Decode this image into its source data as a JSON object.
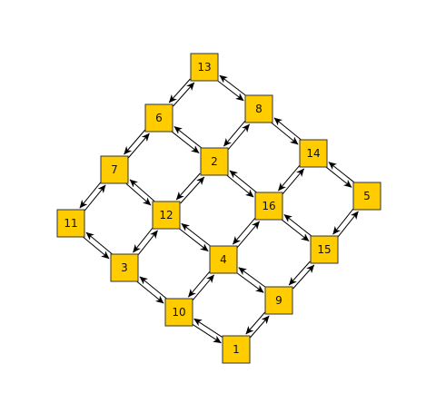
{
  "colors": {
    "node_fill": "#FFCC00",
    "node_border": "#333333",
    "edge": "#000000",
    "background": "#FFFFFF"
  },
  "nodes": [
    {
      "id": "1",
      "label": "1"
    },
    {
      "id": "2",
      "label": "2"
    },
    {
      "id": "3",
      "label": "3"
    },
    {
      "id": "4",
      "label": "4"
    },
    {
      "id": "5",
      "label": "5"
    },
    {
      "id": "6",
      "label": "6"
    },
    {
      "id": "7",
      "label": "7"
    },
    {
      "id": "8",
      "label": "8"
    },
    {
      "id": "9",
      "label": "9"
    },
    {
      "id": "10",
      "label": "10"
    },
    {
      "id": "11",
      "label": "11"
    },
    {
      "id": "12",
      "label": "12"
    },
    {
      "id": "13",
      "label": "13"
    },
    {
      "id": "14",
      "label": "14"
    },
    {
      "id": "15",
      "label": "15"
    },
    {
      "id": "16",
      "label": "16"
    }
  ],
  "edges": [
    [
      "13",
      "6"
    ],
    [
      "13",
      "8"
    ],
    [
      "6",
      "7"
    ],
    [
      "6",
      "2"
    ],
    [
      "8",
      "2"
    ],
    [
      "8",
      "14"
    ],
    [
      "7",
      "11"
    ],
    [
      "7",
      "12"
    ],
    [
      "2",
      "12"
    ],
    [
      "2",
      "16"
    ],
    [
      "14",
      "16"
    ],
    [
      "14",
      "5"
    ],
    [
      "11",
      "3"
    ],
    [
      "12",
      "3"
    ],
    [
      "12",
      "4"
    ],
    [
      "16",
      "4"
    ],
    [
      "16",
      "15"
    ],
    [
      "5",
      "15"
    ],
    [
      "3",
      "10"
    ],
    [
      "4",
      "10"
    ],
    [
      "4",
      "9"
    ],
    [
      "15",
      "9"
    ],
    [
      "10",
      "1"
    ],
    [
      "9",
      "1"
    ]
  ],
  "edge_style": "bidirectional-arrows"
}
